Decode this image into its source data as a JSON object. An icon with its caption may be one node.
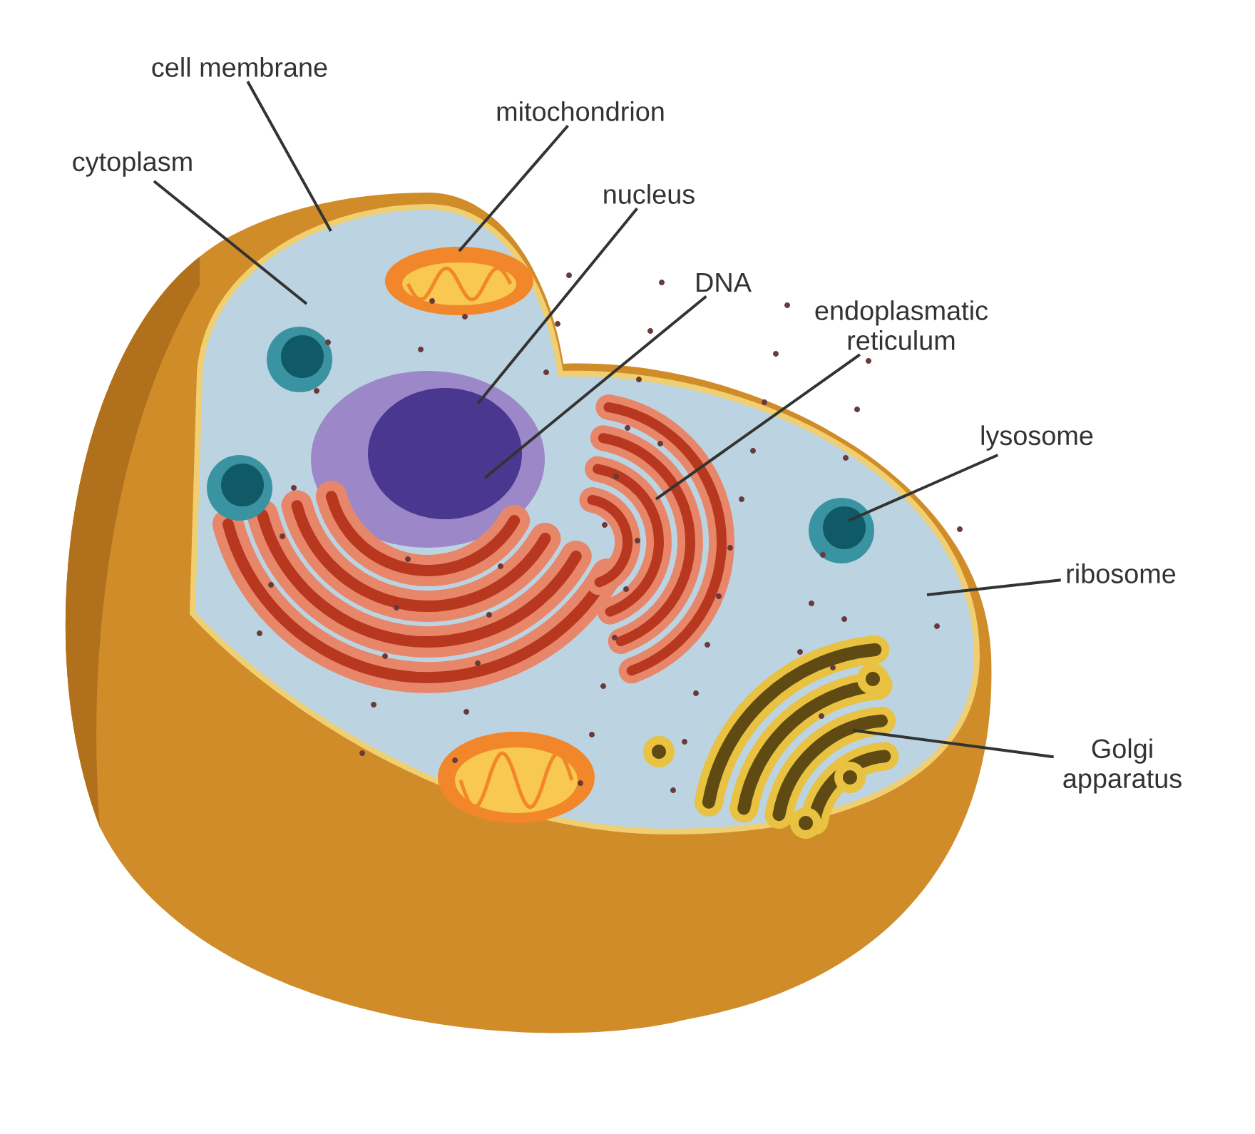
{
  "diagram": {
    "nodes": [
      {
        "text": [
          "cell membrane"
        ]
      },
      {
        "text": [
          "mitochondrion"
        ]
      },
      {
        "text": [
          "cytoplasm"
        ]
      },
      {
        "text": [
          "nucleus"
        ]
      },
      {
        "text": [
          "DNA"
        ]
      },
      {
        "text": [
          "endoplasmatic reticulum"
        ]
      },
      {
        "text": [
          "lysosome"
        ]
      },
      {
        "text": [
          "ribosome"
        ]
      },
      {
        "text": [
          "Golgi apparatus"
        ]
      }
    ],
    "edges": [
      {
        "from": 0,
        "to": null,
        "arrow": "none"
      },
      {
        "from": 1,
        "to": null,
        "arrow": "none"
      },
      {
        "from": 2,
        "to": null,
        "arrow": "none"
      },
      {
        "from": 3,
        "to": null,
        "arrow": "none"
      },
      {
        "from": 4,
        "to": null,
        "arrow": "none"
      },
      {
        "from": 5,
        "to": null,
        "arrow": "none"
      },
      {
        "from": 6,
        "to": null,
        "arrow": "none"
      },
      {
        "from": 7,
        "to": null,
        "arrow": "none"
      },
      {
        "from": 8,
        "to": null,
        "arrow": "none"
      }
    ]
  }
}
